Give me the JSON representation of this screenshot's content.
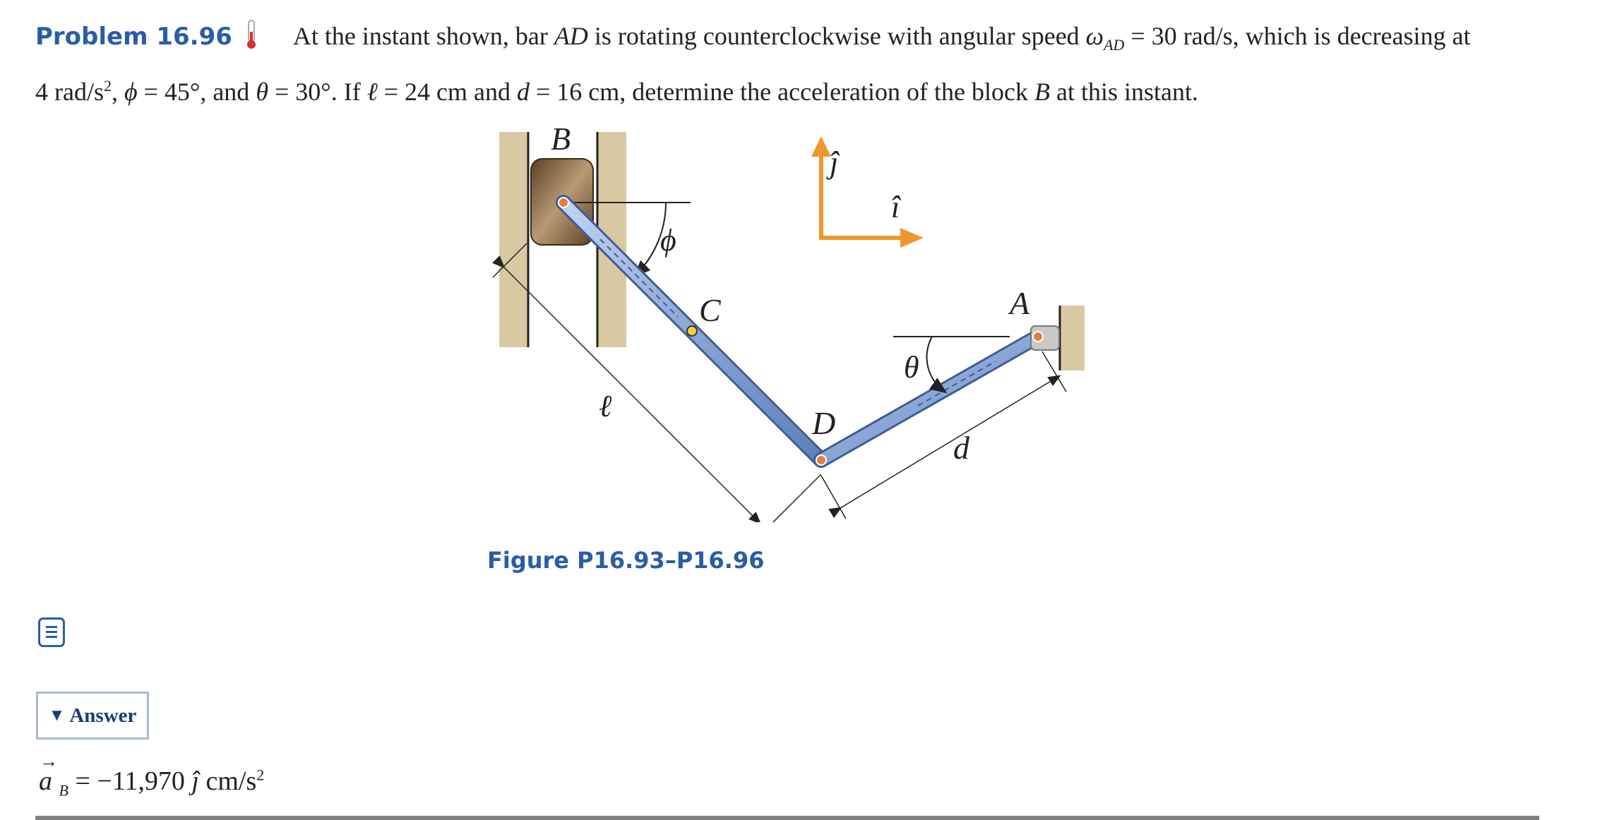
{
  "problem": {
    "title": "Problem 16.96",
    "difficulty_icon": "thermometer-icon",
    "text_1": "At the instant shown, bar",
    "bar_ad": "AD",
    "text_2": "is rotating counterclockwise with angular speed",
    "omega": "ω",
    "omega_sub": "AD",
    "text_3": "= 30 rad/s, which is decreasing at",
    "text_4": "4 rad/s",
    "sup_2": "2",
    "text_5": ",",
    "phi": "ϕ",
    "text_6": "= 45°, and",
    "theta": "θ",
    "text_7": "= 30°. If",
    "ell": "ℓ",
    "text_8": "= 24 cm and",
    "d": "d",
    "text_9": "= 16 cm, determine the acceleration of the block",
    "block_b": "B",
    "text_10": "at this instant."
  },
  "figure": {
    "caption": "Figure P16.93–P16.96",
    "labels": {
      "B": "B",
      "C": "C",
      "D": "D",
      "A": "A",
      "phi": "ϕ",
      "theta": "θ",
      "ell": "ℓ",
      "d": "d",
      "j_hat": "ĵ",
      "i_hat": "î"
    },
    "colors": {
      "bar": "#8aa6d6",
      "bar_edge": "#3d5e94",
      "wall": "#d9c9a3",
      "block": "#8a6a45",
      "axis": "#f0962e"
    }
  },
  "answer": {
    "toggle_label": "Answer",
    "vector": "a",
    "subscript": "B",
    "text": "= −11,970",
    "unit_vector": "ĵ",
    "unit": "cm/s",
    "unit_sup": "2"
  },
  "note_icon": "notes-icon"
}
